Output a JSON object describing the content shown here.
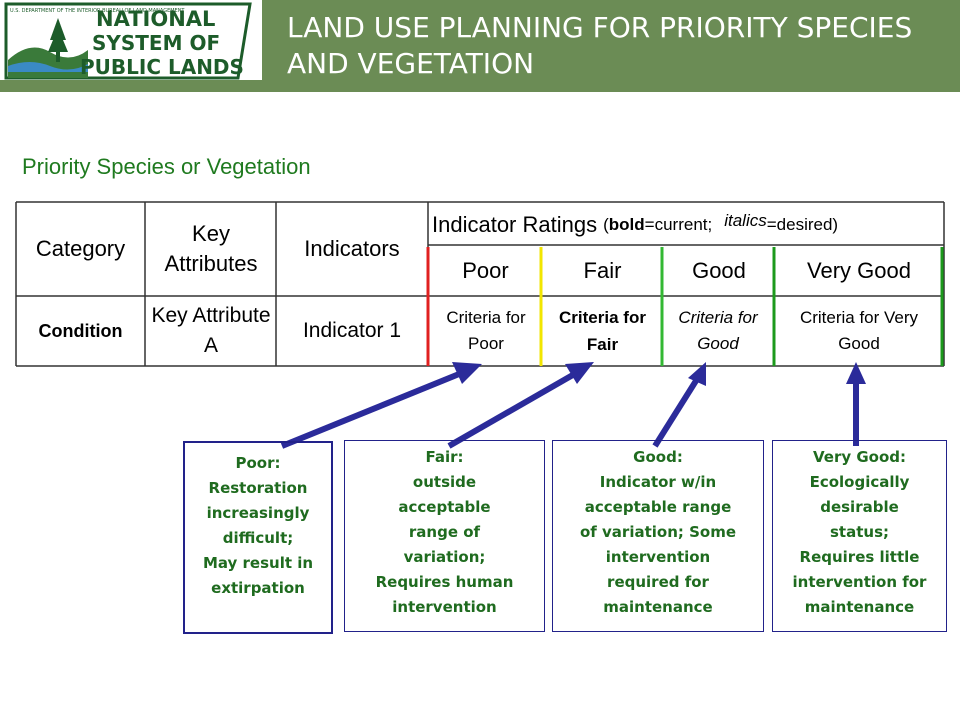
{
  "header": {
    "logo": {
      "top_small_text": "U.S. DEPARTMENT OF THE INTERIOR BUREAU OF LAND MANAGEMENT",
      "line1": "NATIONAL",
      "line2": "SYSTEM OF",
      "line3": "PUBLIC LANDS"
    },
    "title": "LAND USE PLANNING FOR PRIORITY SPECIES AND VEGETATION",
    "background_color": "#6b8c55"
  },
  "section_title": "Priority Species or Vegetation",
  "table": {
    "headers": {
      "category": "Category",
      "key_attributes": "Key Attributes",
      "indicators": "Indicators",
      "indicator_ratings": "Indicator Ratings",
      "ratings_note_open": "(",
      "ratings_note_bold": "bold",
      "ratings_note_current": "=current;",
      "ratings_note_italics": "italics",
      "ratings_note_desired": "=desired)"
    },
    "rating_columns": [
      {
        "label": "Poor",
        "color": "#e02020"
      },
      {
        "label": "Fair",
        "color": "#f2e600"
      },
      {
        "label": "Good",
        "color": "#33b833"
      },
      {
        "label": "Very Good",
        "color": "#1c9a1c"
      }
    ],
    "row": {
      "category": "Condition",
      "key_attribute": "Key Attribute A",
      "indicator": "Indicator 1",
      "criteria_poor": "Criteria for Poor",
      "criteria_fair": "Criteria for Fair",
      "criteria_good": "Criteria for Good",
      "criteria_very_good": "Criteria for Very Good"
    }
  },
  "explanations": {
    "poor": [
      "Poor:",
      "Restoration",
      "increasingly",
      "difficult;",
      "May result in",
      "extirpation"
    ],
    "fair": [
      "Fair:",
      "outside",
      "acceptable",
      "range of",
      "variation;",
      "Requires human",
      "intervention"
    ],
    "good": [
      "Good:",
      "Indicator w/in",
      "acceptable range",
      "of variation; Some",
      "intervention",
      "required for",
      "maintenance"
    ],
    "very_good": [
      "Very Good:",
      "Ecologically",
      "desirable",
      "status;",
      "Requires little",
      "intervention for",
      "maintenance"
    ]
  },
  "colors": {
    "arrow": "#2b2b9a",
    "box_border": "#22228a",
    "box_text": "#1f6b1f",
    "title_green": "#1f7a1f"
  }
}
